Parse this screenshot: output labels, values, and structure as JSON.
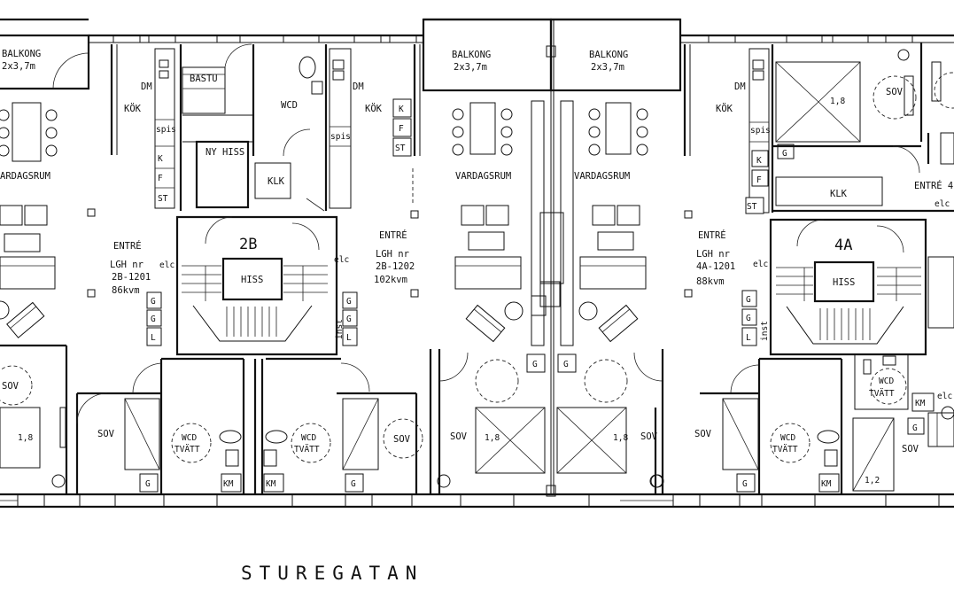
{
  "street": "STUREGATAN",
  "stairs": [
    {
      "name": "2B",
      "hiss": "HISS",
      "cx": 0
    },
    {
      "name": "4A",
      "hiss": "HISS",
      "cx": 0
    }
  ],
  "units": [
    {
      "key": "u2b1201",
      "entre": "ENTRÉ",
      "lgh": "LGH  nr",
      "nr": "2B-1201",
      "area": "86kvm"
    },
    {
      "key": "u2b1202",
      "entre": "ENTRÉ",
      "lgh": "LGH  nr",
      "nr": "2B-1202",
      "area": "102kvm"
    },
    {
      "key": "u4a1201",
      "entre": "ENTRÉ",
      "lgh": "LGH  nr",
      "nr": "4A-1201",
      "area": "88kvm"
    }
  ],
  "labels": {
    "balkong": "BALKONG",
    "balkong_size": "2x3,7m",
    "vardagsrum": "VARDAGSRUM",
    "vardagsrum_cut": "ARDAGSRUM",
    "kok": "KÖK",
    "dm": "DM",
    "spis": "spis",
    "k": "K",
    "f": "F",
    "st": "ST",
    "bastu": "BASTU",
    "wcd": "WCD",
    "ny_hiss": "NY HISS",
    "klk": "KLK",
    "sov": "SOV",
    "wcd_tvatt_1": "WCD",
    "wcd_tvatt_2": "TVÄTT",
    "g": "G",
    "km": "KM",
    "l": "L",
    "elc": "elc",
    "inst": "inst",
    "bed_18": "1,8",
    "bed_12": "1,2",
    "entre_cut": "ENTRÉ 4"
  }
}
